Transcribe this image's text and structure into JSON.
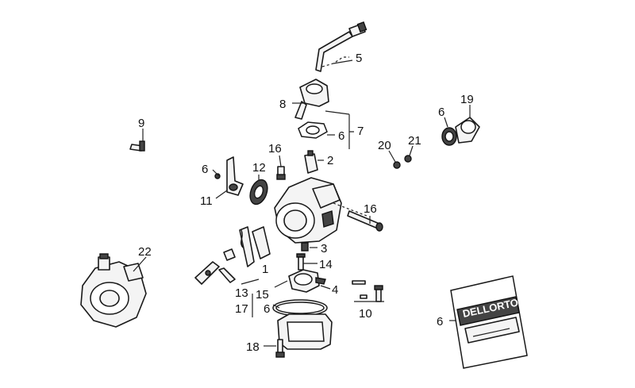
{
  "callouts": [
    {
      "id": "c1",
      "label": "1"
    },
    {
      "id": "c2",
      "label": "2"
    },
    {
      "id": "c3",
      "label": "3"
    },
    {
      "id": "c4",
      "label": "4"
    },
    {
      "id": "c5",
      "label": "5"
    },
    {
      "id": "c6a",
      "label": "6"
    },
    {
      "id": "c6b",
      "label": "6"
    },
    {
      "id": "c6c",
      "label": "6"
    },
    {
      "id": "c6d",
      "label": "6"
    },
    {
      "id": "c6e",
      "label": "6"
    },
    {
      "id": "c7",
      "label": "7"
    },
    {
      "id": "c8",
      "label": "8"
    },
    {
      "id": "c9",
      "label": "9"
    },
    {
      "id": "c10",
      "label": "10"
    },
    {
      "id": "c11",
      "label": "11"
    },
    {
      "id": "c12",
      "label": "12"
    },
    {
      "id": "c13",
      "label": "13"
    },
    {
      "id": "c14",
      "label": "14"
    },
    {
      "id": "c15",
      "label": "15"
    },
    {
      "id": "c16a",
      "label": "16"
    },
    {
      "id": "c16b",
      "label": "16"
    },
    {
      "id": "c17",
      "label": "17"
    },
    {
      "id": "c18",
      "label": "18"
    },
    {
      "id": "c19",
      "label": "19"
    },
    {
      "id": "c20",
      "label": "20"
    },
    {
      "id": "c21",
      "label": "21"
    },
    {
      "id": "c22",
      "label": "22"
    }
  ],
  "gasket_pack": {
    "brand_text": "DELLORTO"
  }
}
